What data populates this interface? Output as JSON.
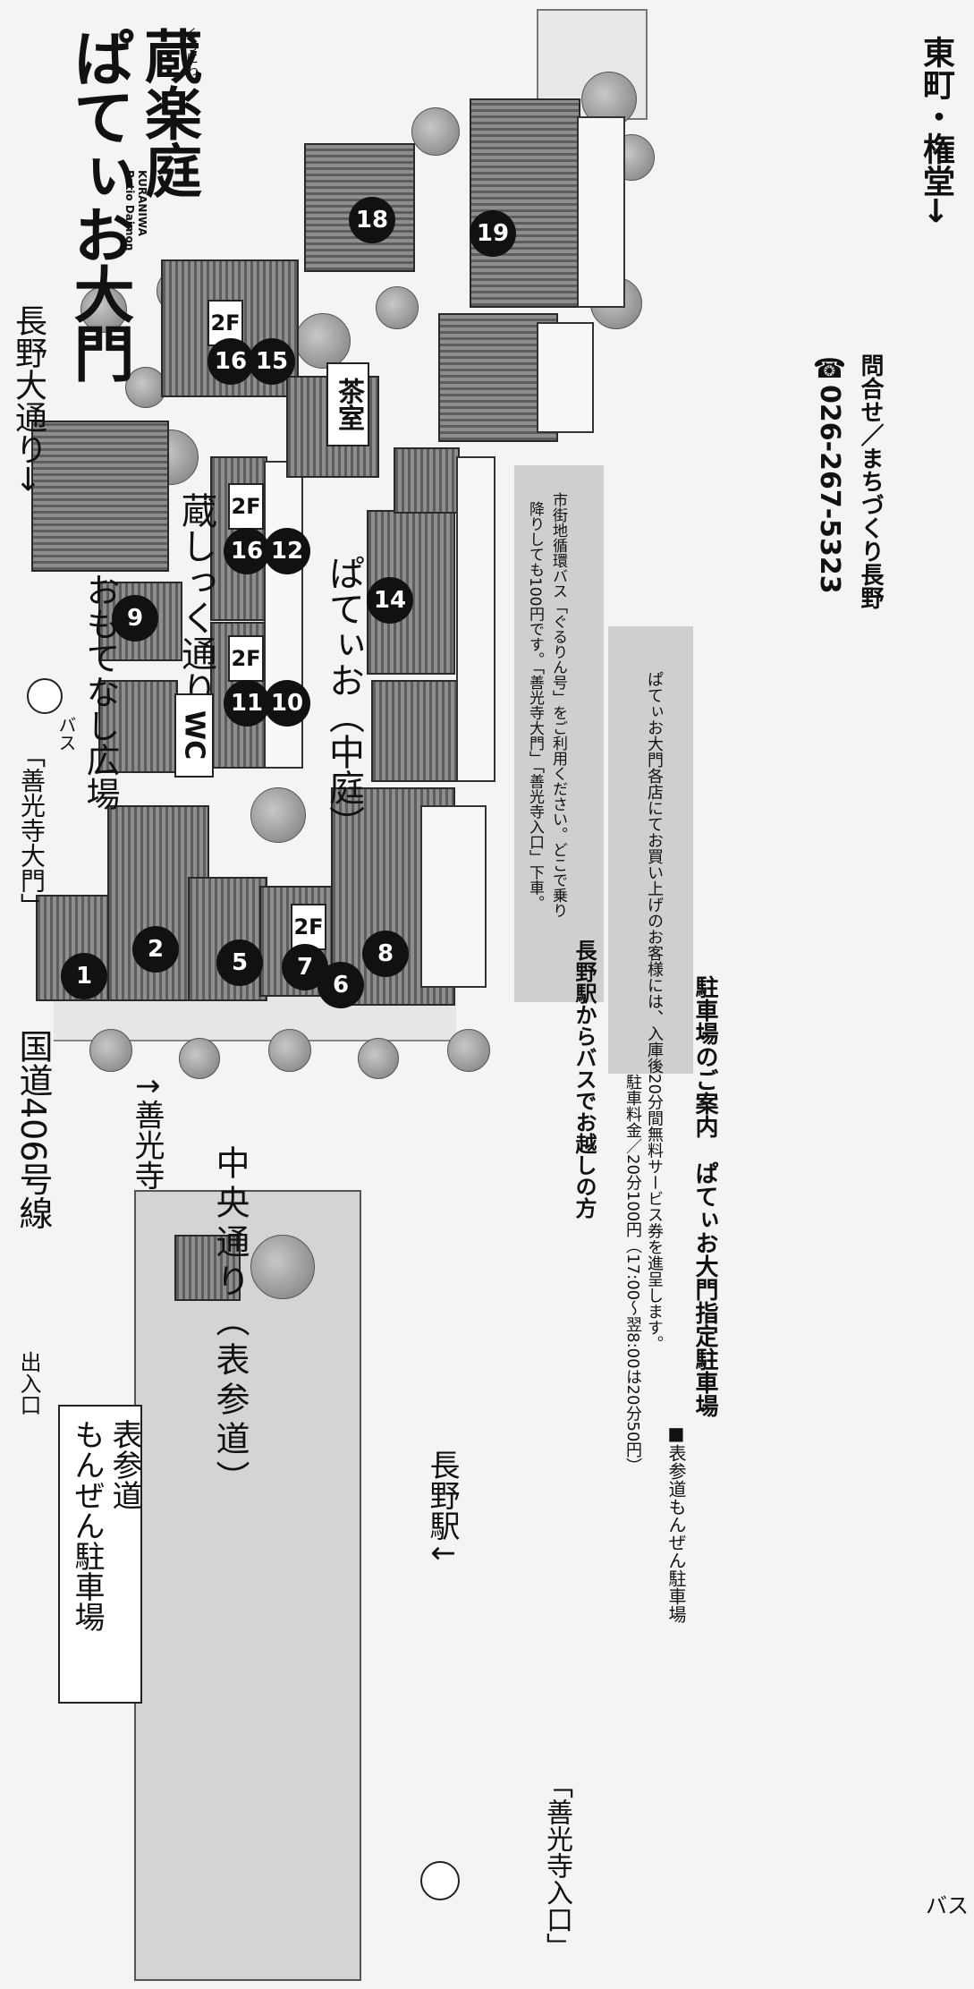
{
  "title": {
    "logo_jp": "ぱてぃお大門",
    "logo_kura": "蔵楽庭",
    "logo_ruby": "くらにわ",
    "logo_en1": "Patio Daimon",
    "logo_en2": "KURANIWA"
  },
  "roads": {
    "route406": "国道406号線",
    "nagano_odori": "長野大通り→",
    "higashimachi": "東町・権堂→",
    "chuo_dori": "中央通り（表参道）",
    "zenkoji": "↑善光寺",
    "nagano_eki": "長野駅↓"
  },
  "parking_lot": {
    "exit": "出入口",
    "name_line1": "表参道",
    "name_line2": "もんぜん駐車場"
  },
  "bus_stops": {
    "label": "バス",
    "stop1": "「善光寺大門」",
    "stop2": "「善光寺入口」"
  },
  "areas": {
    "omotenashi": "おもてなし広場",
    "kura_shikku": "蔵しっく通り",
    "patio": "ぱてぃお（中庭）",
    "wc": "WC",
    "chashitsu": "茶室",
    "floor2f": "2F"
  },
  "buildings": [
    "1",
    "2",
    "5",
    "6",
    "7",
    "8",
    "9",
    "10",
    "11",
    "12",
    "14",
    "15",
    "16",
    "16",
    "18",
    "19"
  ],
  "bus_info": {
    "heading": "長野駅からバスでお越しの方",
    "line1": "市街地循環バス「ぐるりん号」をご利用ください。どこで乗り",
    "line2": "降りしても100円です。「善光寺大門」「善光寺入口」下車。"
  },
  "contact": {
    "label": "問合せ／まちづくり長野",
    "phone": "☎026-267-5323"
  },
  "parking_info": {
    "heading": "駐車場のご案内　ぱてぃお大門指定駐車場",
    "line1": "■表参道もんぜん駐車場",
    "line2": "ぱてぃお大門各店にてお買い上げのお客様には、入庫後20分間無料サービス券を進呈します。",
    "line3": "駐車料金／20分100円（17:00〜翌8:00は20分50円）"
  }
}
